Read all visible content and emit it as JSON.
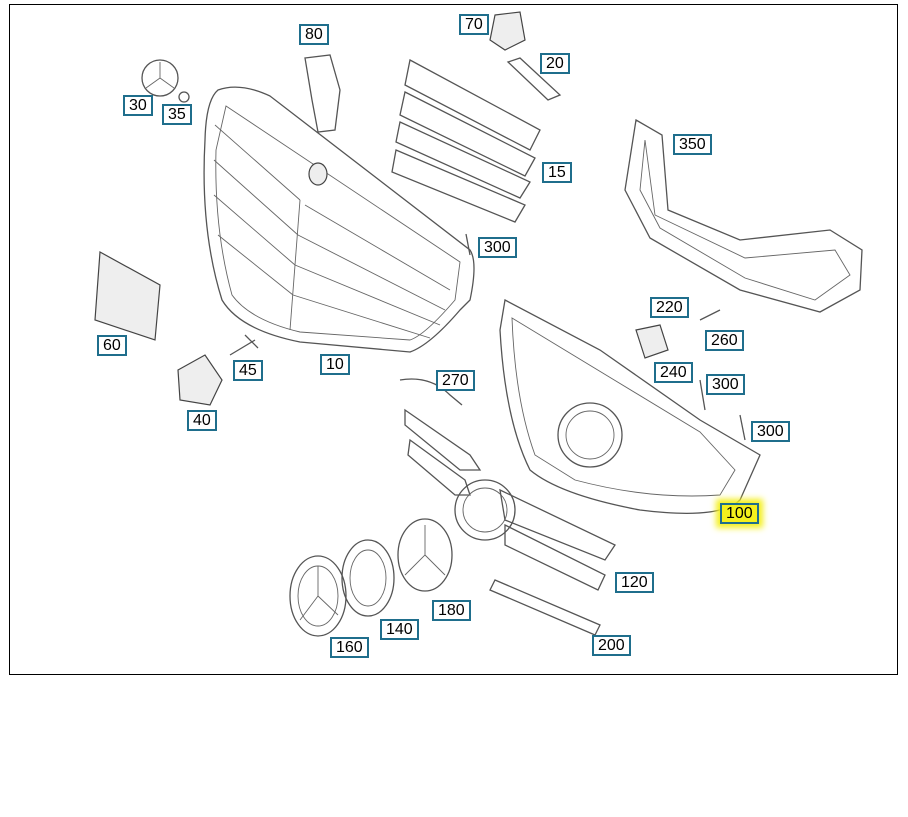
{
  "diagram": {
    "callouts": [
      {
        "id": "c80",
        "label": "80"
      },
      {
        "id": "c70",
        "label": "70"
      },
      {
        "id": "c20",
        "label": "20"
      },
      {
        "id": "c30",
        "label": "30"
      },
      {
        "id": "c35",
        "label": "35"
      },
      {
        "id": "c350",
        "label": "350"
      },
      {
        "id": "c15",
        "label": "15"
      },
      {
        "id": "c300a",
        "label": "300"
      },
      {
        "id": "c60",
        "label": "60"
      },
      {
        "id": "c220",
        "label": "220"
      },
      {
        "id": "c260",
        "label": "260"
      },
      {
        "id": "c45",
        "label": "45"
      },
      {
        "id": "c10",
        "label": "10"
      },
      {
        "id": "c270",
        "label": "270"
      },
      {
        "id": "c240",
        "label": "240"
      },
      {
        "id": "c300b",
        "label": "300"
      },
      {
        "id": "c40",
        "label": "40"
      },
      {
        "id": "c300c",
        "label": "300"
      },
      {
        "id": "c100",
        "label": "100"
      },
      {
        "id": "c120",
        "label": "120"
      },
      {
        "id": "c180",
        "label": "180"
      },
      {
        "id": "c140",
        "label": "140"
      },
      {
        "id": "c160",
        "label": "160"
      },
      {
        "id": "c200",
        "label": "200"
      }
    ],
    "highlight_color": "#f4f01c",
    "callout_border_color": "#1f6e8c"
  }
}
